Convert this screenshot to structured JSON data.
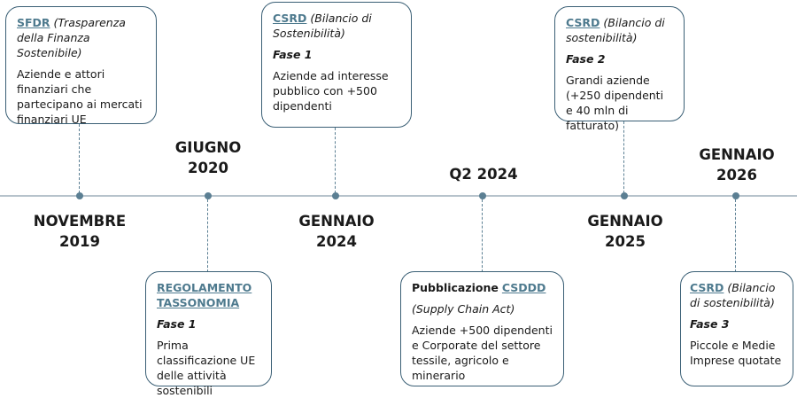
{
  "timeline": {
    "events": [
      {
        "date_line1": "NOVEMBRE",
        "date_line2": "2019",
        "acronym": "SFDR",
        "subtitle": "(Trasparenza della Finanza Sostenibile)",
        "description": "Aziende e attori finanziari che partecipano ai mercati finanziari UE"
      },
      {
        "date_line1": "GIUGNO",
        "date_line2": "2020",
        "acronym": "REGOLAMENTO TASSONOMIA",
        "phase": "Fase 1",
        "description": "Prima classificazione UE delle attività sostenibili"
      },
      {
        "date_line1": "GENNAIO",
        "date_line2": "2024",
        "acronym": "CSRD",
        "subtitle": "(Bilancio di Sostenibilità)",
        "phase": "Fase 1",
        "description": "Aziende ad interesse pubblico con +500 dipendenti"
      },
      {
        "date_line1": "Q2 2024",
        "prefix": "Pubblicazione",
        "acronym": "CSDDD",
        "subtitle": "(Supply Chain Act)",
        "description": "Aziende +500 dipendenti e Corporate del settore tessile, agricolo e minerario"
      },
      {
        "date_line1": "GENNAIO",
        "date_line2": "2025",
        "acronym": "CSRD",
        "subtitle": "(Bilancio di sostenibilità)",
        "phase": "Fase 2",
        "description": "Grandi aziende (+250 dipendenti e 40 mln di fatturato)"
      },
      {
        "date_line1": "GENNAIO",
        "date_line2": "2026",
        "acronym": "CSRD",
        "subtitle": "(Bilancio di sostenibilità)",
        "phase": "Fase 3",
        "description": "Piccole e Medie Imprese quotate"
      }
    ]
  },
  "colors": {
    "accent": "#4e7a8e",
    "border": "#3a5f75",
    "axis": "#b7c3cc"
  }
}
